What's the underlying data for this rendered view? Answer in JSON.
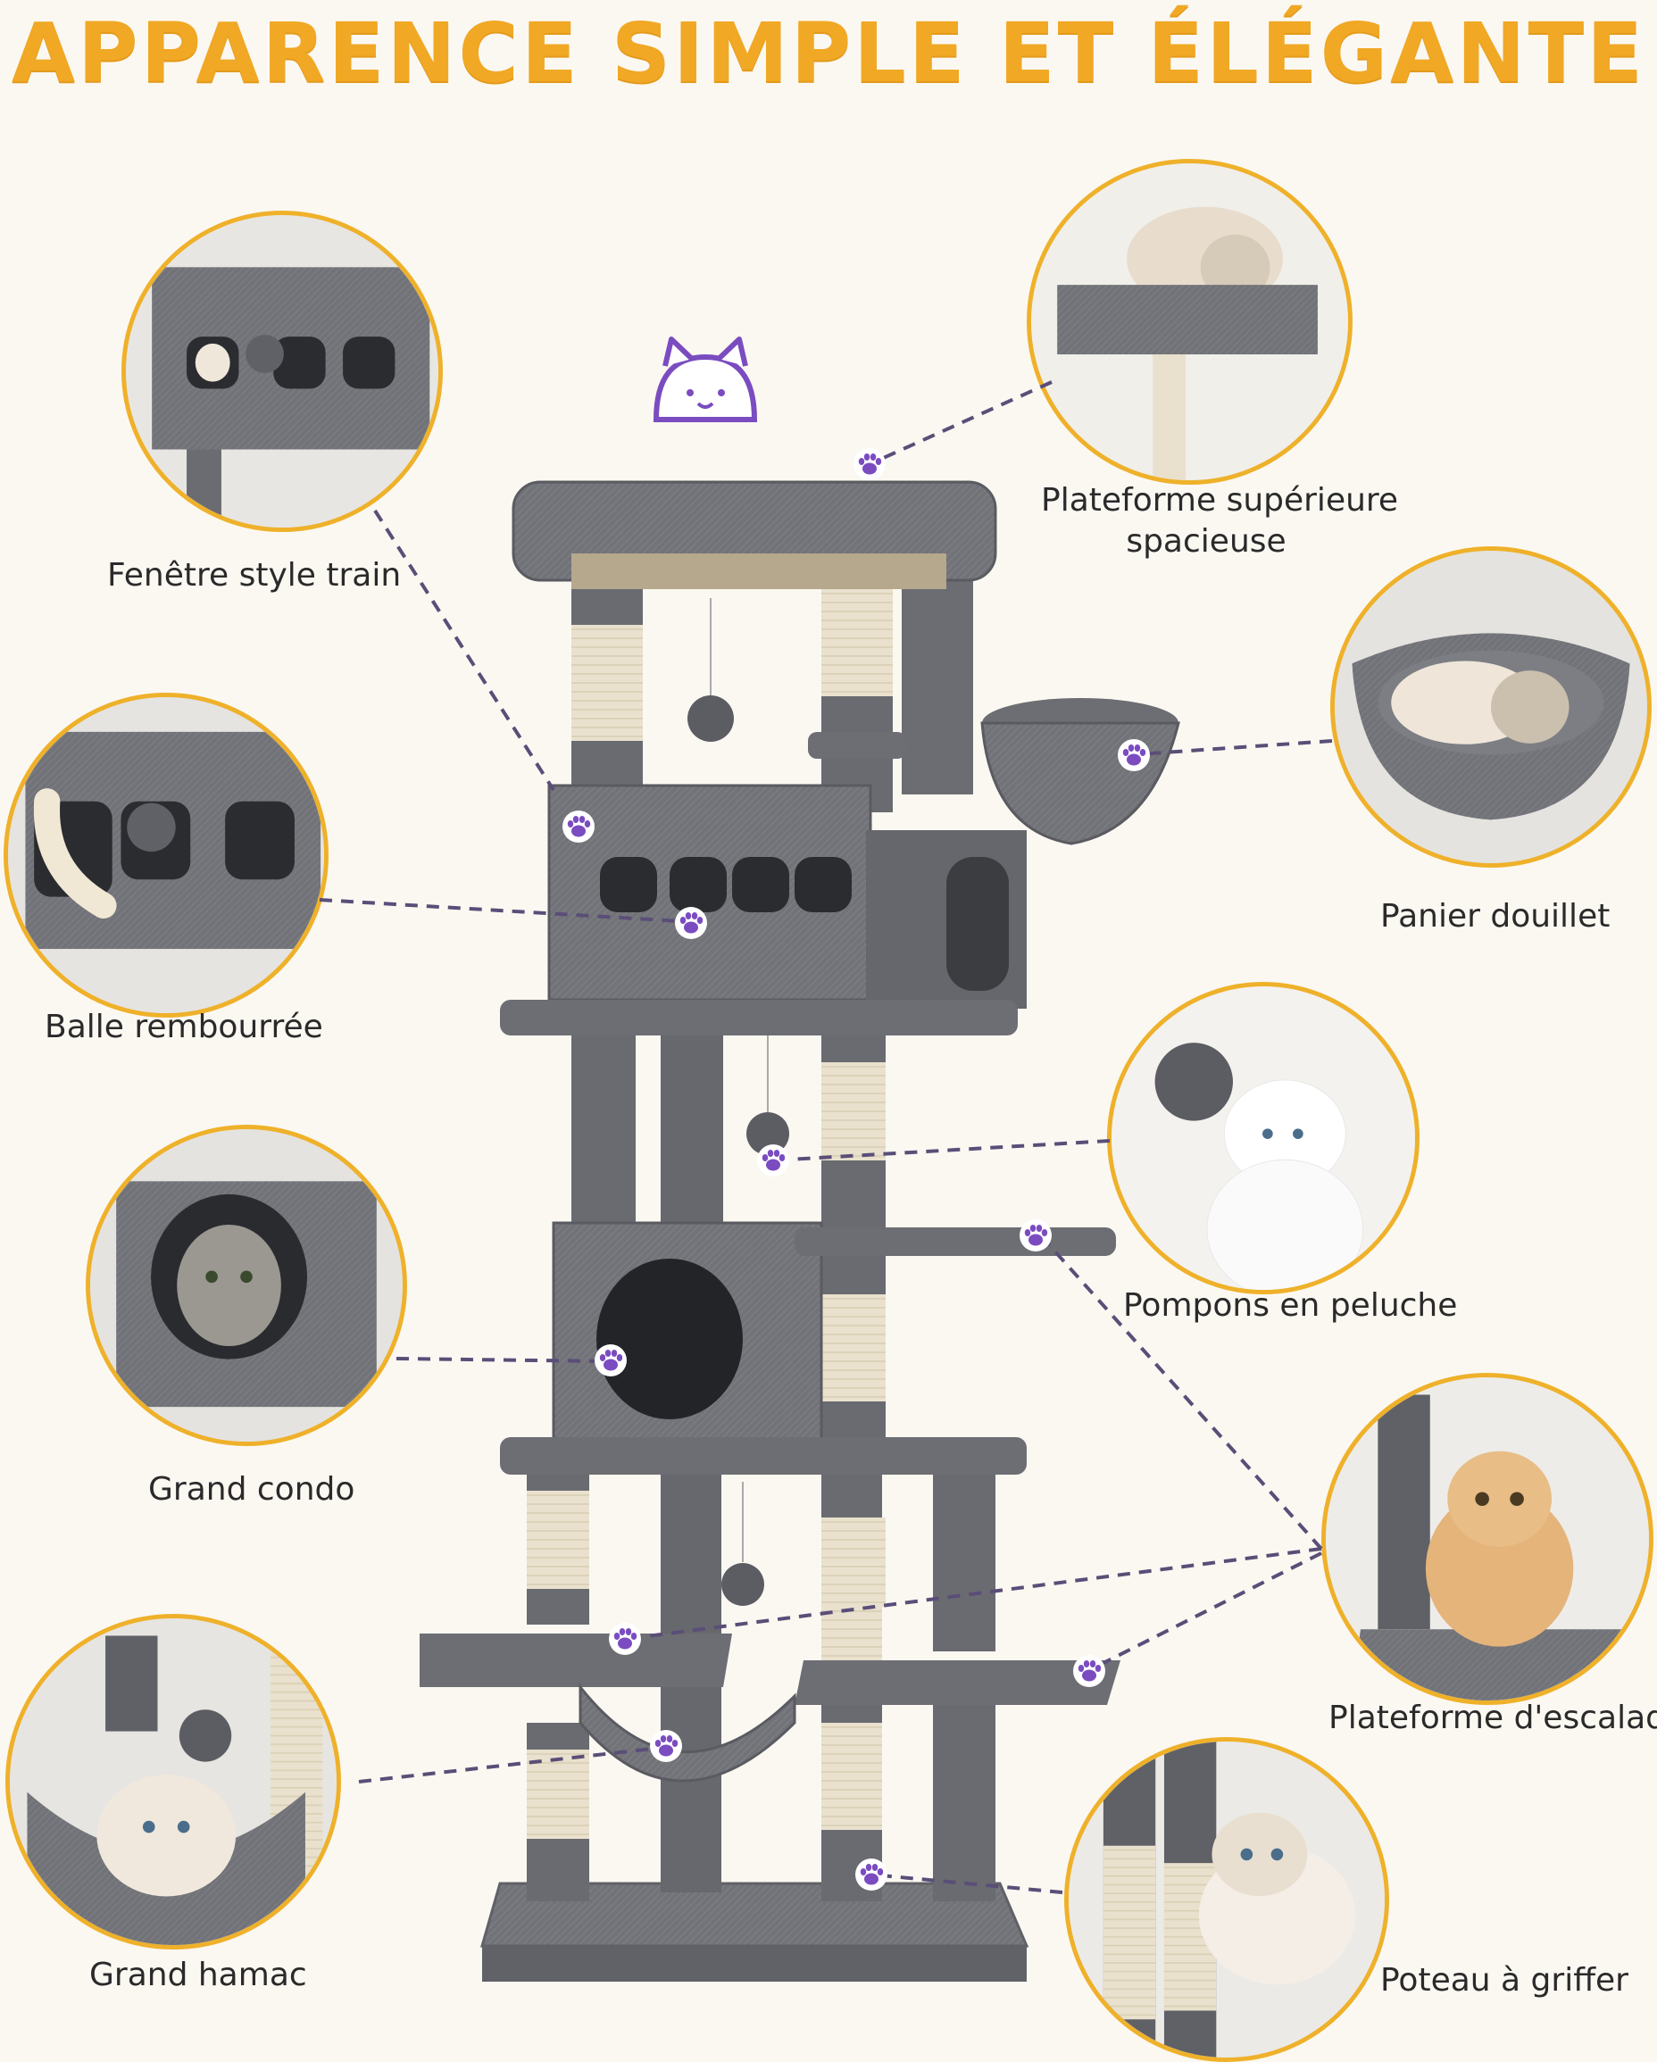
{
  "title": "APPARENCE SIMPLE ET ÉLÉGANTE",
  "accent_color": "#f0a825",
  "circle_border_color": "#efb12a",
  "connector_color": "#5a4e78",
  "paw_icon_color": "#7a4cc0",
  "product_color": "#707277",
  "features": [
    {
      "id": "train-window",
      "label": "Fenêtre style train",
      "icon": "paw-icon"
    },
    {
      "id": "top-platform",
      "label_line1": "Plateforme supérieure",
      "label_line2": "spacieuse",
      "icon": "paw-icon"
    },
    {
      "id": "cozy-basket",
      "label": "Panier douillet",
      "icon": "paw-icon"
    },
    {
      "id": "padded-ball",
      "label": "Balle rembourrée",
      "icon": "paw-icon"
    },
    {
      "id": "plush-pompoms",
      "label": "Pompons en peluche",
      "icon": "paw-icon"
    },
    {
      "id": "large-condo",
      "label": "Grand condo",
      "icon": "paw-icon"
    },
    {
      "id": "climbing-platform",
      "label": "Plateforme d'escalade",
      "icon": "paw-icon"
    },
    {
      "id": "large-hammock",
      "label": "Grand hamac",
      "icon": "paw-icon"
    },
    {
      "id": "scratching-post",
      "label": "Poteau à griffer",
      "icon": "paw-icon"
    }
  ]
}
